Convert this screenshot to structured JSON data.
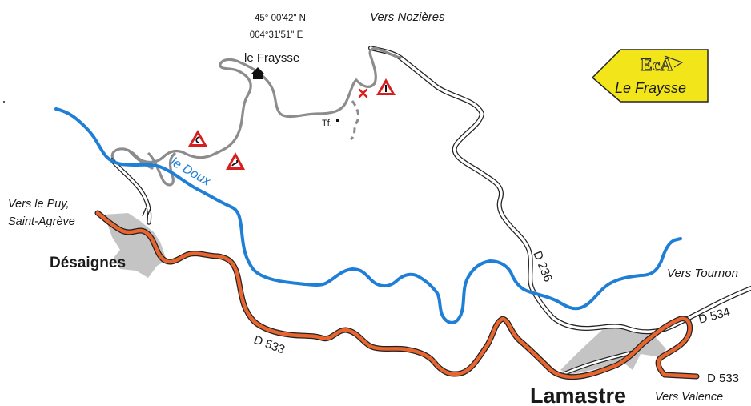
{
  "map": {
    "coords": {
      "lat": "45° 00'42\" N",
      "lon": "004°31'51\" E"
    },
    "places": {
      "fraysse": "le Fraysse",
      "desaignes": "Désaignes",
      "lamastre": "Lamastre",
      "tf": "Tf."
    },
    "directions": {
      "nozieres": "Vers Nozières",
      "puy_1": "Vers le Puy,",
      "puy_2": "Saint-Agrève",
      "tournon": "Vers Tournon",
      "valence": "Vers Valence"
    },
    "roads": {
      "d236": "D 236",
      "d533_west": "D 533",
      "d533_east": "D 533",
      "d534": "D 534"
    },
    "river": "le Doux",
    "sign": {
      "logo_text": "EcA",
      "label": "Le Fraysse",
      "color": "#f2e61a"
    },
    "colors": {
      "river": "#1f7fd6",
      "main_road": "#e8652f",
      "track": "#8c8c8c",
      "town": "#c4c4c4",
      "warning": "#d81e1e"
    },
    "icons": [
      "house-icon",
      "curve-warning-icon",
      "danger-warning-icon",
      "cross-marker-icon"
    ]
  }
}
